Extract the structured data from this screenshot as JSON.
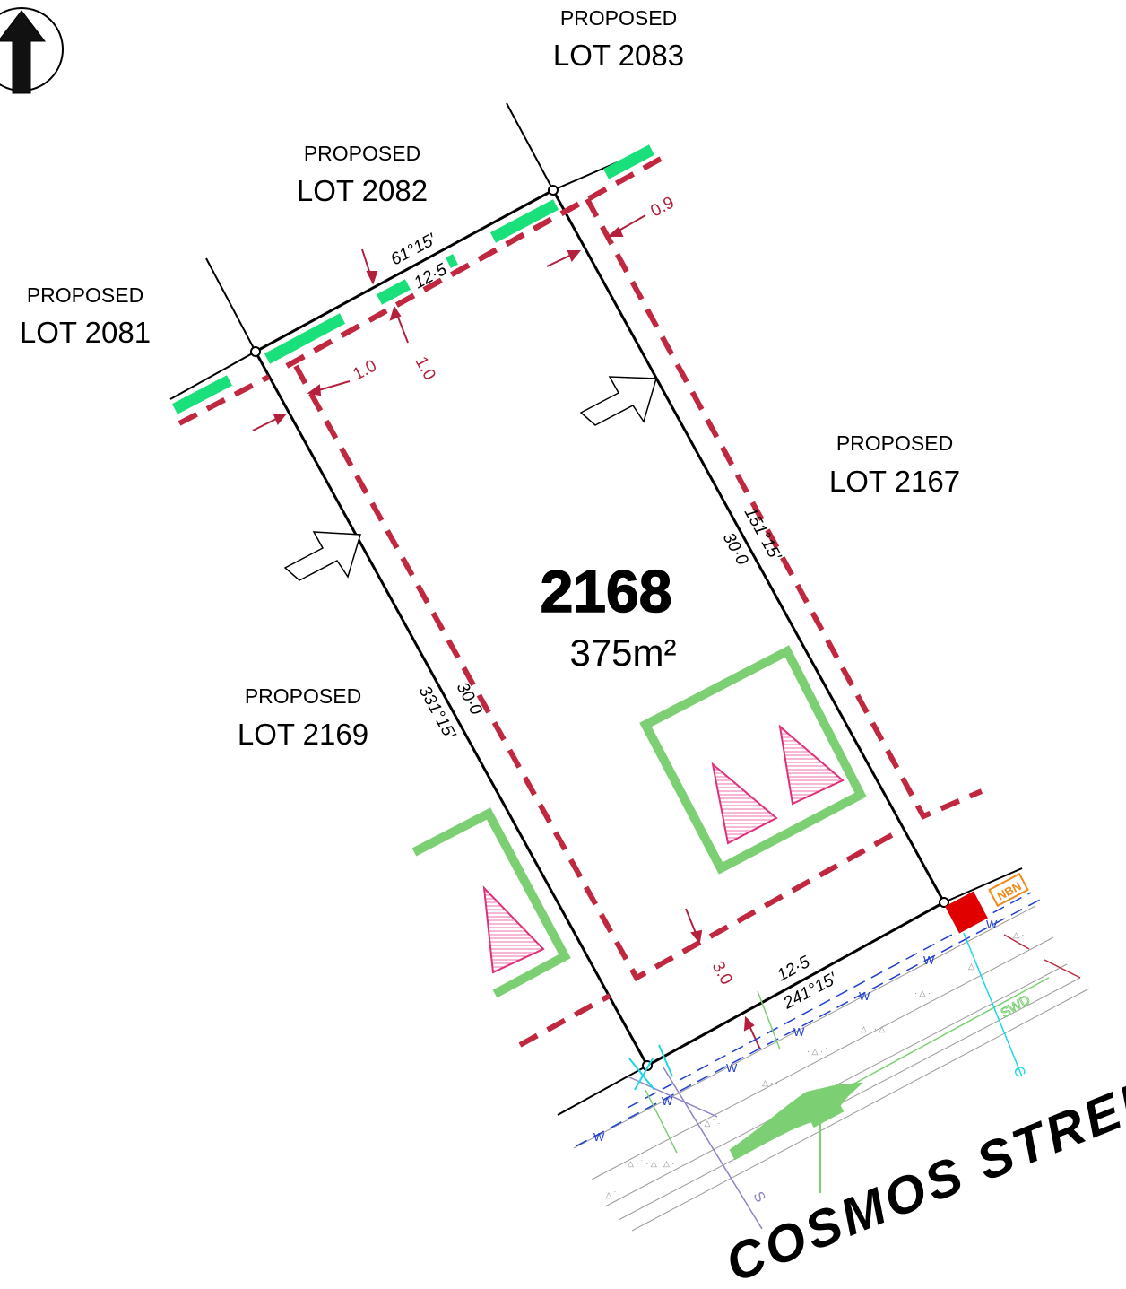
{
  "north_arrow": {
    "icon": "north-arrow-icon"
  },
  "lots": {
    "l2083": {
      "prefix": "PROPOSED",
      "name": "LOT 2083"
    },
    "l2082": {
      "prefix": "PROPOSED",
      "name": "LOT 2082"
    },
    "l2081": {
      "prefix": "PROPOSED",
      "name": "LOT 2081"
    },
    "l2167": {
      "prefix": "PROPOSED",
      "name": "LOT 2167"
    },
    "l2169": {
      "prefix": "PROPOSED",
      "name": "LOT 2169"
    }
  },
  "subject_lot": {
    "number": "2168",
    "area": "375m²"
  },
  "dimensions": {
    "top_bearing": "61°15′",
    "top_length": "12·5",
    "right_bearing": "151°15′",
    "right_length": "30·0",
    "left_bearing": "331°15′",
    "left_length": "30·0",
    "bottom_bearing": "241°15′",
    "bottom_length": "12·5"
  },
  "setbacks": {
    "rear_left": "1.0",
    "rear_right": "1.0",
    "side_right": "0.9",
    "front": "3.0"
  },
  "services": {
    "water": "W",
    "sewer": "S",
    "stormwater": "SWD",
    "comms": "C",
    "nbn": "NBN"
  },
  "street": {
    "name": "COSMOS STREET"
  },
  "colors": {
    "boundary": "#000000",
    "setback": "#c0283f",
    "envelope": "#7ccf73",
    "easement": "#19e07a",
    "hydrant": "#f06fa8",
    "water_main": "#1f3fd1",
    "sewer_main": "#8c82c8",
    "nbn": "#f08a1a",
    "pit": "#e00000",
    "comms": "#19d8e6"
  }
}
